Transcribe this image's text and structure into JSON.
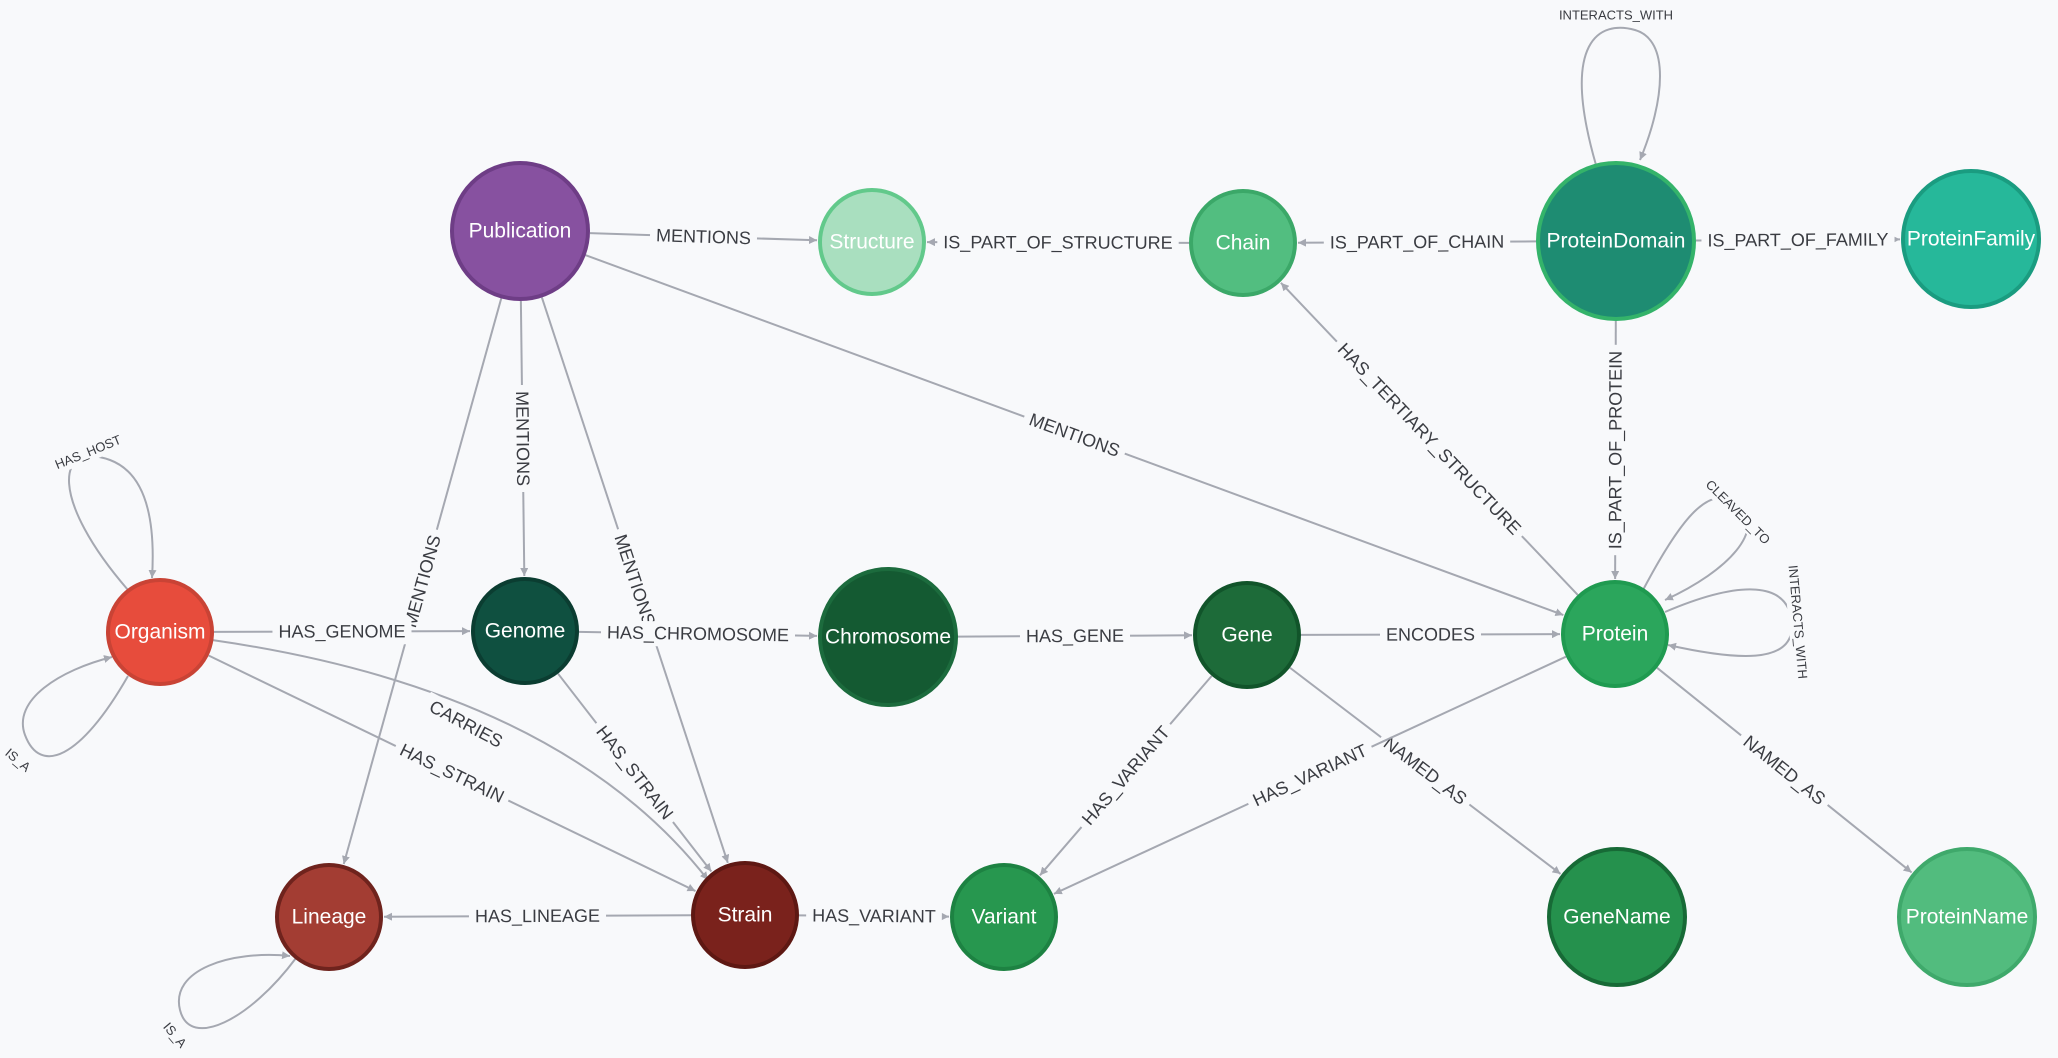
{
  "colors": {
    "background": "#f8f9fb",
    "edge": "#a5a8b1",
    "label_bg": "#f8f9fb"
  },
  "nodes": {
    "publication": "Publication",
    "structure": "Structure",
    "chain": "Chain",
    "protein_domain": "ProteinDomain",
    "protein_family": "ProteinFamily",
    "organism": "Organism",
    "genome": "Genome",
    "chromosome": "Chromosome",
    "gene": "Gene",
    "protein": "Protein",
    "lineage": "Lineage",
    "strain": "Strain",
    "variant": "Variant",
    "gene_name": "GeneName",
    "protein_name": "ProteinName"
  },
  "node_colors": {
    "publication": "#8751a0",
    "structure": "#a9dfbf",
    "chain": "#52be80",
    "protein_domain": "#1e8c72",
    "protein_family": "#26b89a",
    "organism": "#e74c3c",
    "genome": "#0f5040",
    "chromosome": "#145a32",
    "gene": "#1d6b39",
    "protein": "#2ba65c",
    "lineage": "#a33d33",
    "strain": "#7a221c",
    "variant": "#27974f",
    "gene_name": "#25914d",
    "protein_name": "#52bc7e"
  },
  "edges": {
    "pub_structure": "MENTIONS",
    "pub_genome": "MENTIONS",
    "pub_lineage": "MENTIONS",
    "pub_strain": "MENTIONS",
    "pub_protein": "MENTIONS",
    "chain_structure": "IS_PART_OF_STRUCTURE",
    "domain_chain": "IS_PART_OF_CHAIN",
    "domain_family": "IS_PART_OF_FAMILY",
    "domain_self": "INTERACTS_WITH",
    "domain_protein": "IS_PART_OF_PROTEIN",
    "protein_chain": "HAS_TERTIARY_STRUCTURE",
    "protein_cleaved": "CLEAVED_TO",
    "protein_interacts": "INTERACTS_WITH",
    "organism_host": "HAS_HOST",
    "organism_isa": "IS_A",
    "organism_genome": "HAS_GENOME",
    "organism_carries": "CARRIES",
    "organism_strain": "HAS_STRAIN",
    "genome_chromosome": "HAS_CHROMOSOME",
    "genome_strain": "HAS_STRAIN",
    "chromosome_gene": "HAS_GENE",
    "gene_protein": "ENCODES",
    "gene_variant": "HAS_VARIANT",
    "gene_genename": "NAMED_AS",
    "protein_variant": "HAS_VARIANT",
    "protein_proteinname": "NAMED_AS",
    "strain_lineage": "HAS_LINEAGE",
    "strain_variant": "HAS_VARIANT",
    "lineage_isa": "IS_A"
  }
}
